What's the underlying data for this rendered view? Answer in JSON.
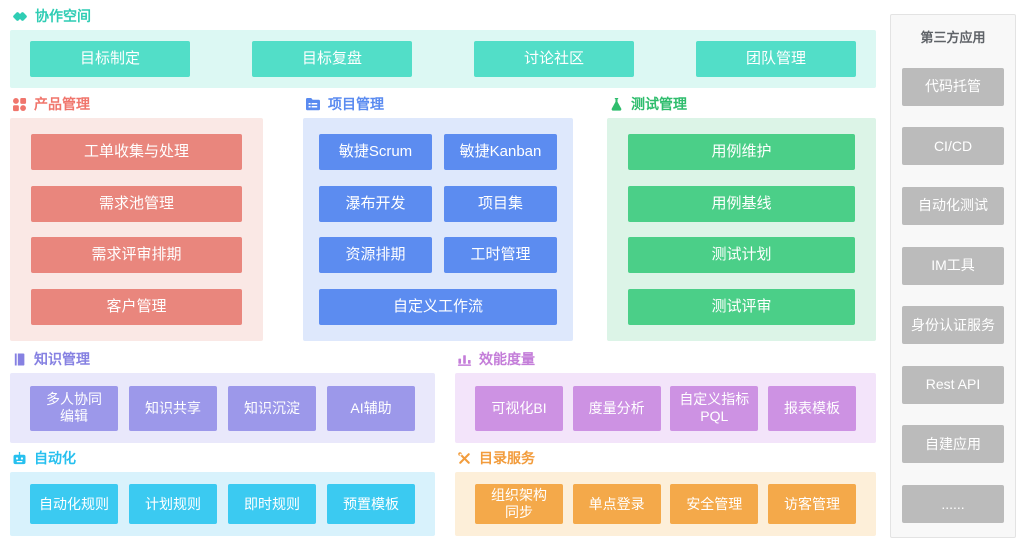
{
  "sections": {
    "collaboration": {
      "title": "协作空间",
      "items": [
        "目标制定",
        "目标复盘",
        "讨论社区",
        "团队管理"
      ]
    },
    "product": {
      "title": "产品管理",
      "items": [
        "工单收集与处理",
        "需求池管理",
        "需求评审排期",
        "客户管理"
      ]
    },
    "project": {
      "title": "项目管理",
      "items": [
        "敏捷Scrum",
        "敏捷Kanban",
        "瀑布开发",
        "项目集",
        "资源排期",
        "工时管理",
        "自定义工作流"
      ]
    },
    "testing": {
      "title": "测试管理",
      "items": [
        "用例维护",
        "用例基线",
        "测试计划",
        "测试评审"
      ]
    },
    "knowledge": {
      "title": "知识管理",
      "items": [
        "多人协同编辑",
        "知识共享",
        "知识沉淀",
        "AI辅助"
      ]
    },
    "metrics": {
      "title": "效能度量",
      "items": [
        "可视化BI",
        "度量分析",
        "自定义指标PQL",
        "报表模板"
      ]
    },
    "automation": {
      "title": "自动化",
      "items": [
        "自动化规则",
        "计划规则",
        "即时规则",
        "预置模板"
      ]
    },
    "directory": {
      "title": "目录服务",
      "items": [
        "组织架构同步",
        "单点登录",
        "安全管理",
        "访客管理"
      ]
    },
    "third_party": {
      "title": "第三方应用",
      "items": [
        "代码托管",
        "CI/CD",
        "自动化测试",
        "IM工具",
        "身份认证服务",
        "Rest API",
        "自建应用",
        "......"
      ]
    }
  },
  "colors": {
    "collaboration": {
      "button": "#52dec8",
      "panel": "#dcf8f3",
      "label": "#2fcdb4"
    },
    "product": {
      "button": "#e9867d",
      "panel": "#fae8e5",
      "label": "#f0756c"
    },
    "project": {
      "button": "#5c8cf0",
      "panel": "#dee8fc",
      "label": "#5a8bf0"
    },
    "testing": {
      "button": "#4bcf88",
      "panel": "#dcf4e7",
      "label": "#2fbd6d"
    },
    "knowledge": {
      "button": "#9c98ea",
      "panel": "#e9e8fb",
      "label": "#8681e2"
    },
    "metrics": {
      "button": "#cd92e3",
      "panel": "#f3e4fa",
      "label": "#c47dd9"
    },
    "automation": {
      "button": "#3bcaf1",
      "panel": "#d8f2fc",
      "label": "#27c0ef"
    },
    "directory": {
      "button": "#f4a94a",
      "panel": "#fdefd9",
      "label": "#f29c3c"
    },
    "third_party": {
      "button": "#bbbbbb",
      "panel": "#f8f8f8",
      "label": "#5f6368",
      "border": "#e3e3e3"
    }
  }
}
